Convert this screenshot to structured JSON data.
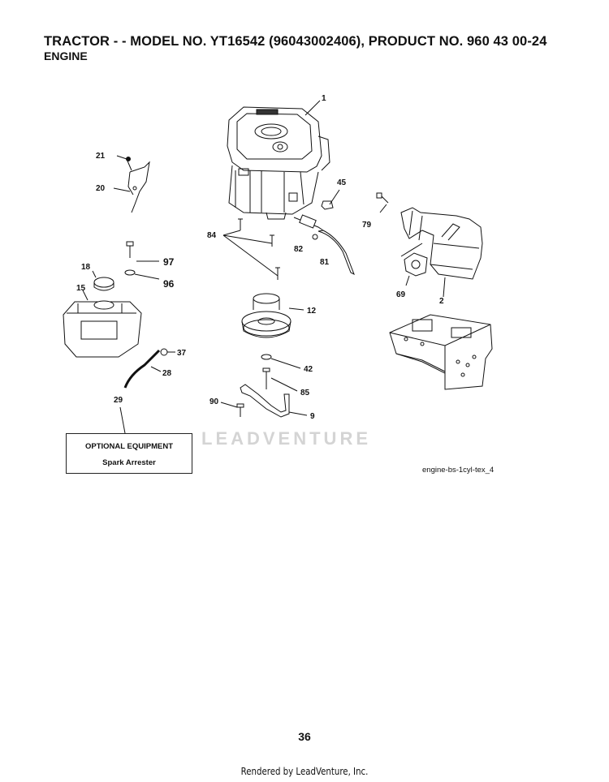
{
  "header": {
    "title": "TRACTOR - - MODEL NO. YT16542 (96043002406), PRODUCT NO. 960 43 00-24",
    "subtitle": "ENGINE"
  },
  "callouts": {
    "c1": "1",
    "c2": "2",
    "c9": "9",
    "c12": "12",
    "c15": "15",
    "c18": "18",
    "c20": "20",
    "c21": "21",
    "c28": "28",
    "c29": "29",
    "c37": "37",
    "c42": "42",
    "c45": "45",
    "c69": "69",
    "c79": "79",
    "c81": "81",
    "c82": "82",
    "c84": "84",
    "c85": "85",
    "c90": "90",
    "c96": "96",
    "c97": "97"
  },
  "optional_equipment": {
    "title": "OPTIONAL EQUIPMENT",
    "item": "Spark Arrester"
  },
  "diagram_ref": "engine-bs-1cyl-tex_4",
  "watermark": "LEADVENTURE",
  "page_number": "36",
  "footer": "Rendered by LeadVenture, Inc."
}
